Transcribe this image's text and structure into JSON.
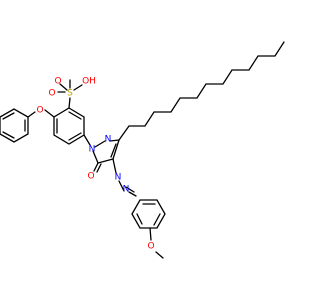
{
  "molecule": {
    "atoms": {
      "sulfur": "S",
      "oh": "OH",
      "oxygen": "O",
      "nitrogen": "N"
    },
    "colors": {
      "bond": "#000000",
      "oxygen": "#ff0000",
      "nitrogen": "#0000ff",
      "sulfur": "#b8a000"
    }
  }
}
